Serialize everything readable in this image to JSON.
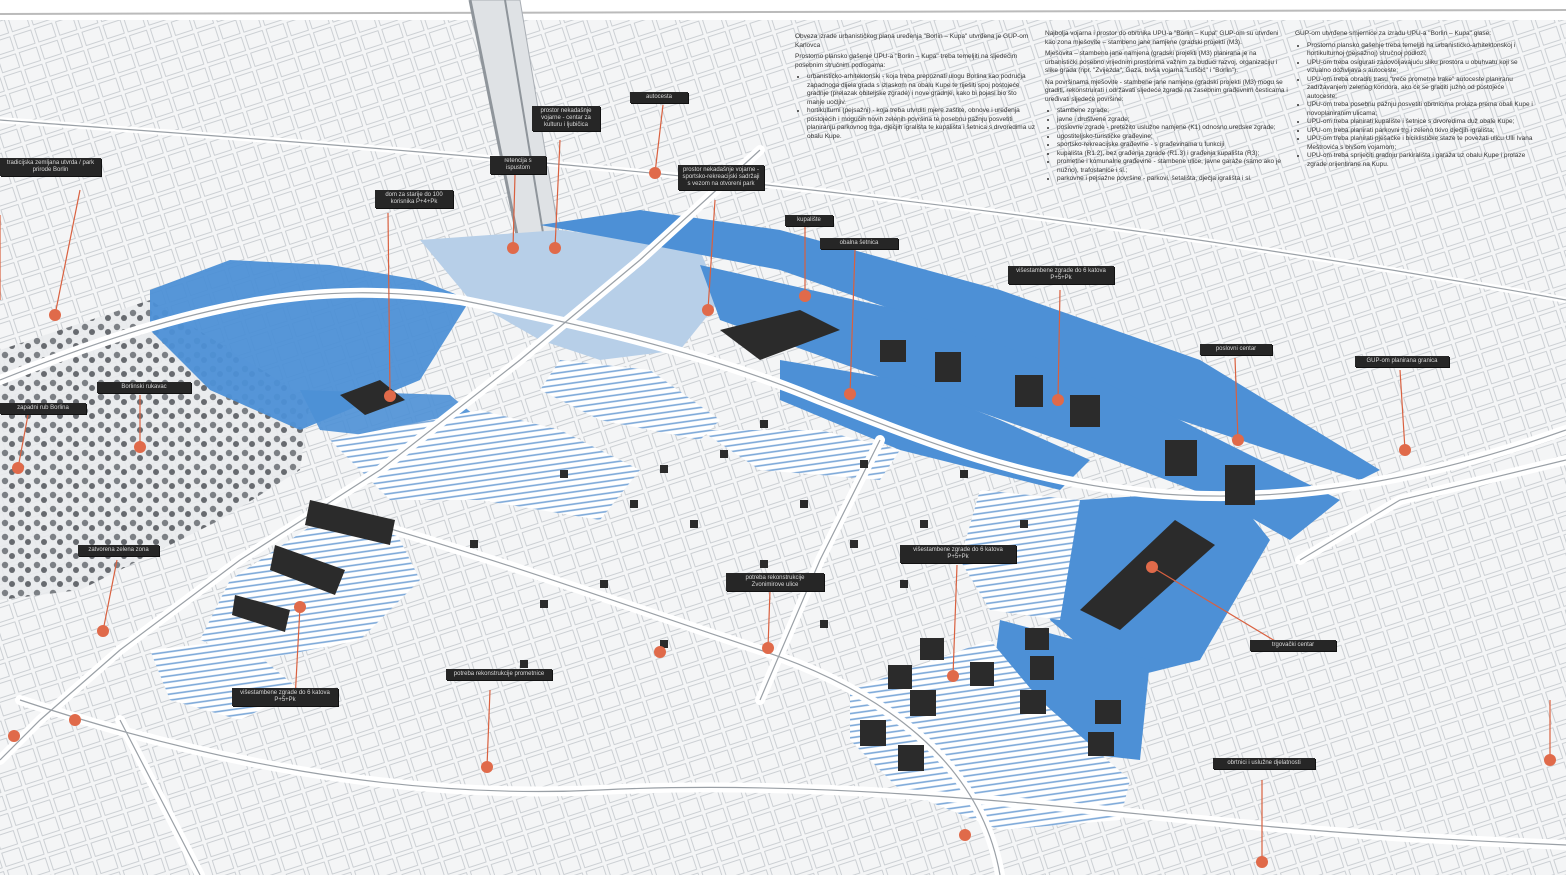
{
  "colors": {
    "paper": "#f3f4f5",
    "zone_blue": "#4d90d6",
    "zone_light": "#a9c8ea",
    "building": "#2b2b2b",
    "marker": "#e06a4a",
    "road": "#9aa0a6",
    "label_bg": "#262626"
  },
  "text_block_left": {
    "heading": "Obveza izrade urbanističkog plana uređenja \"Borlin – Kupa\" utvrđena je GUP-om Karlovca",
    "intro": "Prostorno plansko gašenje UPU-a \"Borlin – Kupa\" treba temeljiti na sljedećim posebnim stručnim podlogama:",
    "items": [
      "urbanističko-arhitektonski - koja treba prepoznati ulogu Borlina kao područja zapadnoga dijela grada s izlaskom na obalu Kupe te riješiti spoj postojeće gradnje (prelazak obiteljske zgrade) i nove gradnje, kako bi pojasi bio što manje uočljiv.",
      "hortikulturni (pejsažni) - koja treba utvrditi mjere zaštite, obnove i uređenja postojećih i mogućih novih zelenih površina te posebnu pažnju posvetiti planiranju parkovnog trga, dječjih igrališta te kupališta i šetnica s drvoredima uz obalu Kupe."
    ]
  },
  "text_block_middle": {
    "p1": "Najbolja vojarna i prostor do obrtnika UPU-a \"Borlin – Kupa\" GUP-om su utvrđeni kao zona mješovite – stambeno jane namjene (gradski projekti (M3).",
    "p2": "Mješovita – stambeno jane namjena (gradski projekti (M3) planirana je na urbanistički posebno vrijednim prostorima važnim za budući razvoj, organizaciju i slike grada (npr. \"Zvijezda\", Gaza, bivša vojarna \"Luščić\" i \"Borlin\").",
    "p3": "Na površinama mješovite - stambene jane namjene (gradski projekti (M3) mogu se graditi, rekonstruirati i održavati sljedeće zgrade na zasebnim građevnim česticama i uređivati sljedeće površine:",
    "items": [
      "stambene zgrade;",
      "javne i društvene zgrade;",
      "poslovne zgrade - pretežito uslužne namjene (K1) odnosno uredske zgrade;",
      "ugostiteljsko-turističke građevine;",
      "sportsko-rekreacijske građevine - s građevinama u funkciji",
      "kupališta (R1.2), bez građenja zgrade (R1.3) i građenja kupališta (R3);",
      "prometne i komunalne građevine - stambene ulice, javne garaže (samo ako je nužno), trafostanice i sl.;",
      "parkovne i pejsažne površine - parkovi, šetališta, dječja igrališta i sl."
    ]
  },
  "text_block_right": {
    "intro": "GUP-om utvrđene smjernice za izradu UPU-a \"Borlin – Kupa\" glase:",
    "items": [
      "Prostorno plansko gašenje treba temeljiti na urbanističko-arhitektonskoj i hortikulturnoj (pejsažnoj) stručnoj podlozi;",
      "UPU-om treba osigurati zadovoljavajuću sliku prostora u obuhvatu koji se vizualno doživljava s autoceste;",
      "UPU-om treba obraditi trasu \"treće prometne trake\" autoceste planiranu zadržavanjem zelenog koridora, ako će se graditi južno od postojeće autoceste;",
      "UPU-om treba posebnu pažnju posvetiti obrtnicima prolaza prema obali Kupe i novoplaniranim ulicama;",
      "UPU-om treba planirati kupalište i šetnice s drvoredima duž obale Kupe;",
      "UPU-om treba planirati parkovni trg i zeleno tkivo dječjih igrališta;",
      "UPU-om treba planirati pješačke i biciklističke staze te povezati ulicu Ulli Ivana Meštrovića s bivšom vojarnom;",
      "UPU-om treba spriječiti gradnju parkirališta i garaža uz obalu Kupe i prolaze zgrade orijentirane na Kupu."
    ]
  },
  "labels": {
    "tradicijska_zona": "tradicijska zemljana utvrda / park prirode Borlin",
    "prostor_vojarne": "prostor nekadašnje vojarne - centar za kulturu i ljubičica",
    "autocesta": "autocesta",
    "retencija": "retencija s ispustom",
    "dom": "dom za starije do 100 korisnika P+4+Pk",
    "sportski_centar": "prostor nekadašnje vojarne - sportsko-rekreacijski sadržaji s vezom na otvoreni park",
    "kupaliste": "kupalište",
    "obalna_ruta": "obalna šetnica",
    "visestambene_1": "višestambene zgrade do 6 katova P+5+Pk",
    "poslovni": "poslovni centar",
    "gup_granica": "GUP-om planirana granica",
    "borlin_rub": "Borlinski rukavac",
    "zapadni_rub": "zapadni rub Borlina",
    "zatvorena_zona": "zatvorena zelena zona",
    "potreba_rekon": "potreba rekonstrukcije Zvonimirove ulice",
    "visestambene_2": "višestambene zgrade do 6 katova P+5+Pk",
    "visestambene_3": "višestambene zgrade do 6 katova P+5+Pk",
    "potreba_prom": "potreba rekonstrukcije prometnice",
    "trg": "trgovački centar",
    "obrtnici": "obrtnici i uslužne djelatnosti"
  }
}
